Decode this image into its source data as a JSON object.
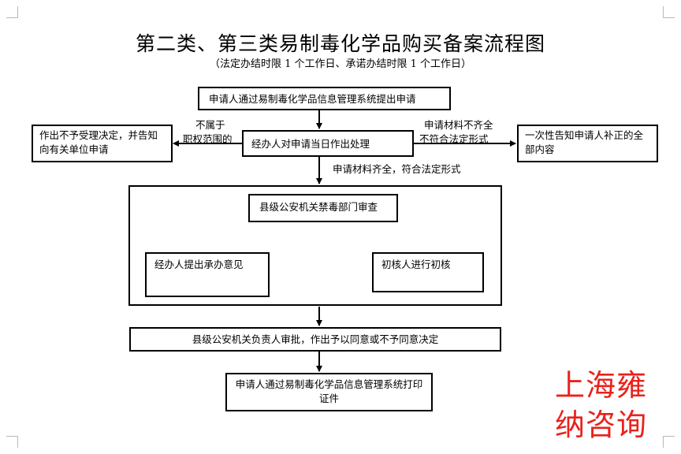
{
  "title": "第二类、第三类易制毒化学品购买备案流程图",
  "subtitle": "（法定办结时限 1 个工作日、承诺办结时限 1 个工作日）",
  "nodes": {
    "submit": "申请人通过易制毒化学品信息管理系统提出申请",
    "process": "经办人对申请当日作出处理",
    "reject": "作出不予受理决定，并告知向有关单位申请",
    "supplement": "一次性告知申请人补正的全部内容",
    "review_dept": "县级公安机关禁毒部门审查",
    "opinion": "经办人提出承办意见",
    "initial_check": "初核人进行初核",
    "approval": "县级公安机关负责人审批，作出予以同意或不予同意决定",
    "print": "申请人通过易制毒化学品信息管理系统打印证件"
  },
  "edge_labels": {
    "reject_line1": "不属于",
    "reject_line2": "职权范围的",
    "incomplete_line1": "申请材料不齐全",
    "incomplete_line2": "不符合法定形式",
    "complete": "申请材料齐全，符合法定形式"
  },
  "watermark": {
    "line1": "上海雍",
    "line2": "纳咨询",
    "color": "#e8221c"
  }
}
